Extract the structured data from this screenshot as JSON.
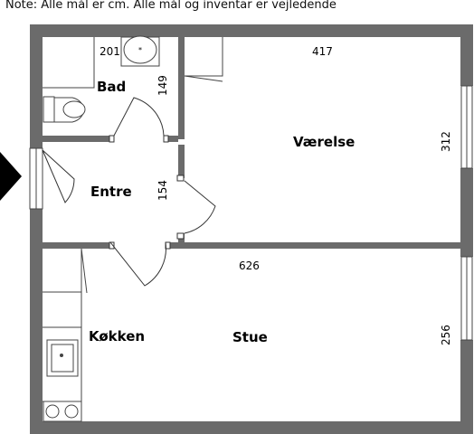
{
  "note": "Note: Alle mål er cm. Alle mål og inventar er vejledende",
  "rooms": {
    "bad": "Bad",
    "entre": "Entre",
    "vaerelse": "Værelse",
    "koekken": "Køkken",
    "stue": "Stue"
  },
  "dimensions": {
    "bad_width": "201",
    "bad_height": "149",
    "entre_height": "154",
    "vaerelse_width": "417",
    "vaerelse_height": "312",
    "stue_width": "626",
    "stue_height": "256"
  },
  "colors": {
    "wall": "#6b6b6b",
    "line": "#444444"
  }
}
